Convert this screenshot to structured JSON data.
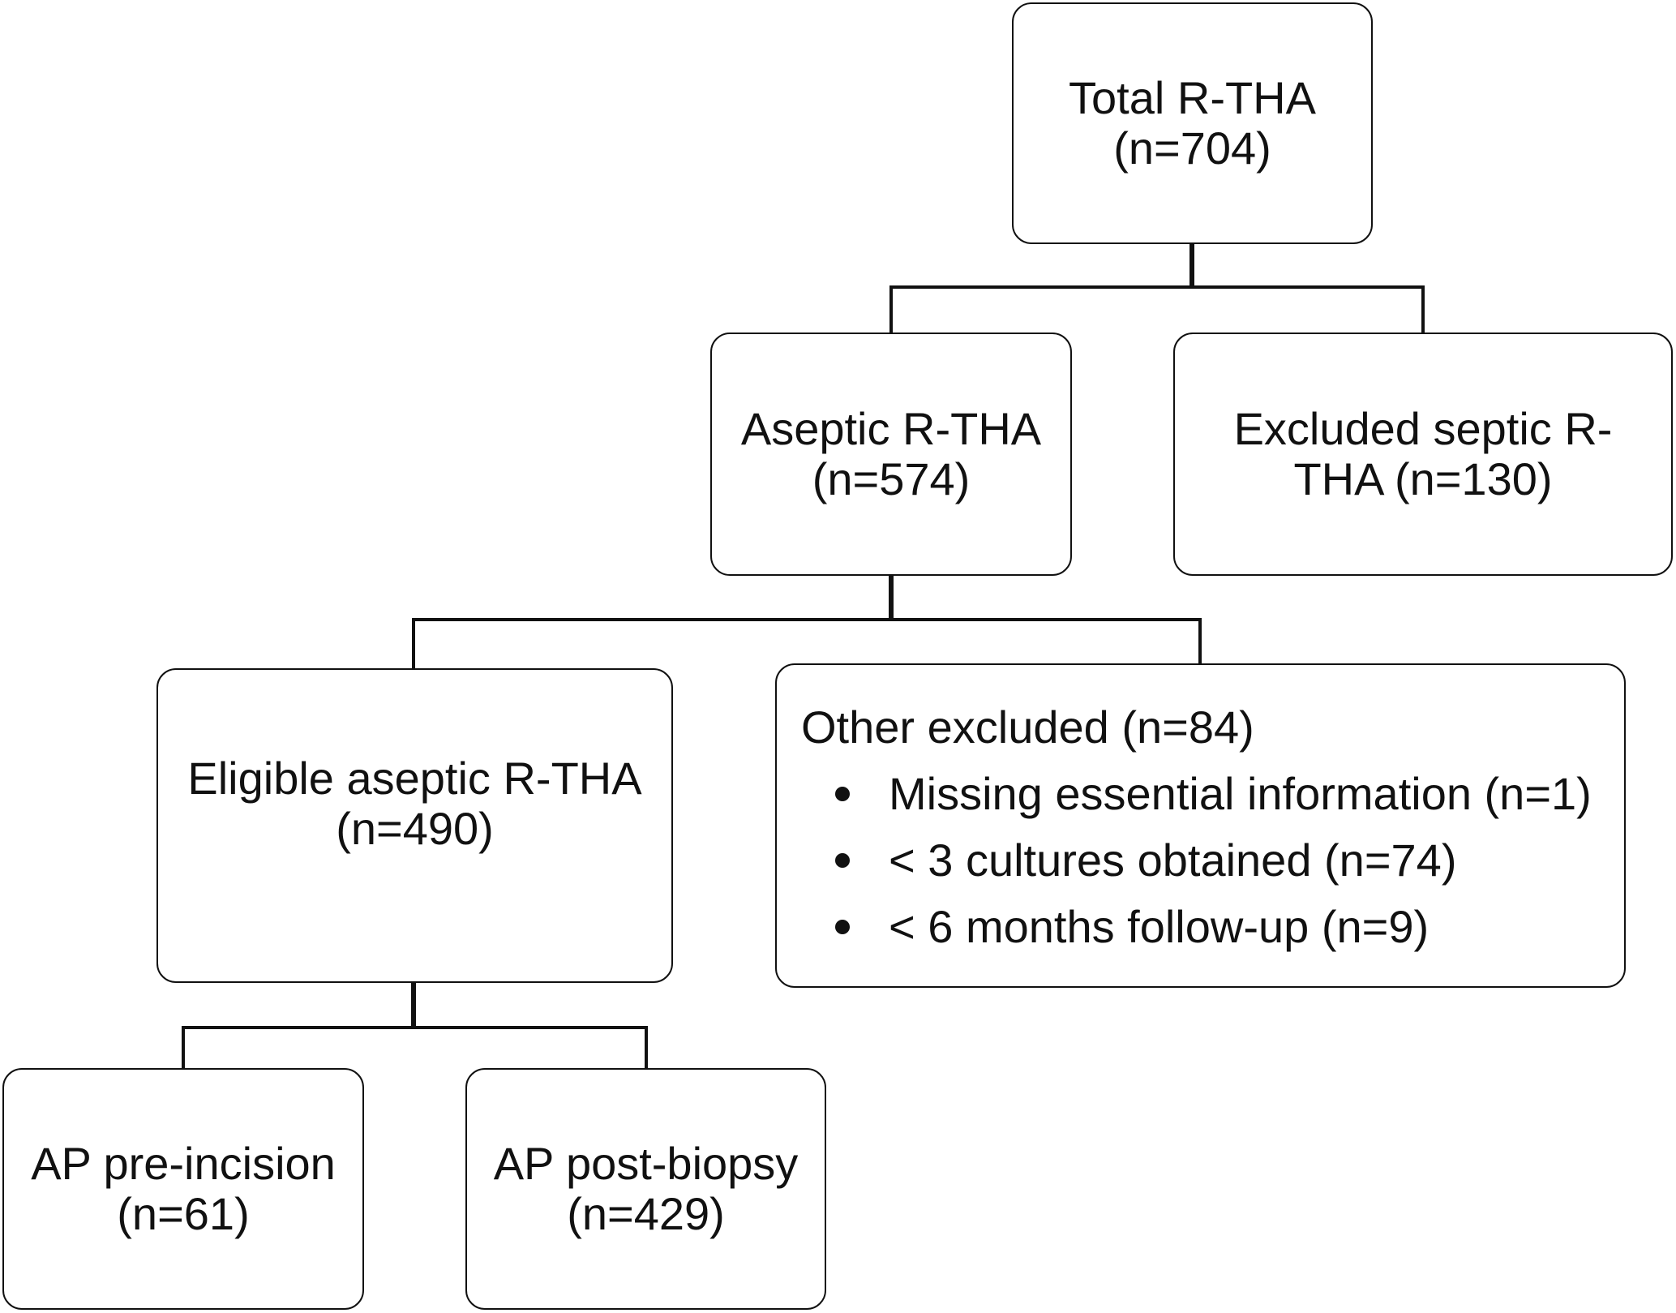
{
  "flowchart": {
    "total": {
      "line1": "Total R-THA",
      "line2": "(n=704)"
    },
    "aseptic": {
      "line1": "Aseptic R-THA",
      "line2": "(n=574)"
    },
    "septic_excluded": {
      "line1": "Excluded septic R-",
      "line2": "THA (n=130)"
    },
    "eligible": {
      "line1": "Eligible aseptic R-THA",
      "line2": "(n=490)"
    },
    "other_excluded": {
      "title": "Other excluded (n=84)",
      "reasons": [
        "Missing essential information (n=1)",
        "< 3 cultures obtained (n=74)",
        "< 6 months follow-up (n=9)"
      ]
    },
    "ap_pre_incision": {
      "line1": "AP pre-incision",
      "line2": "(n=61)"
    },
    "ap_post_biopsy": {
      "line1": "AP post-biopsy",
      "line2": "(n=429)"
    }
  }
}
